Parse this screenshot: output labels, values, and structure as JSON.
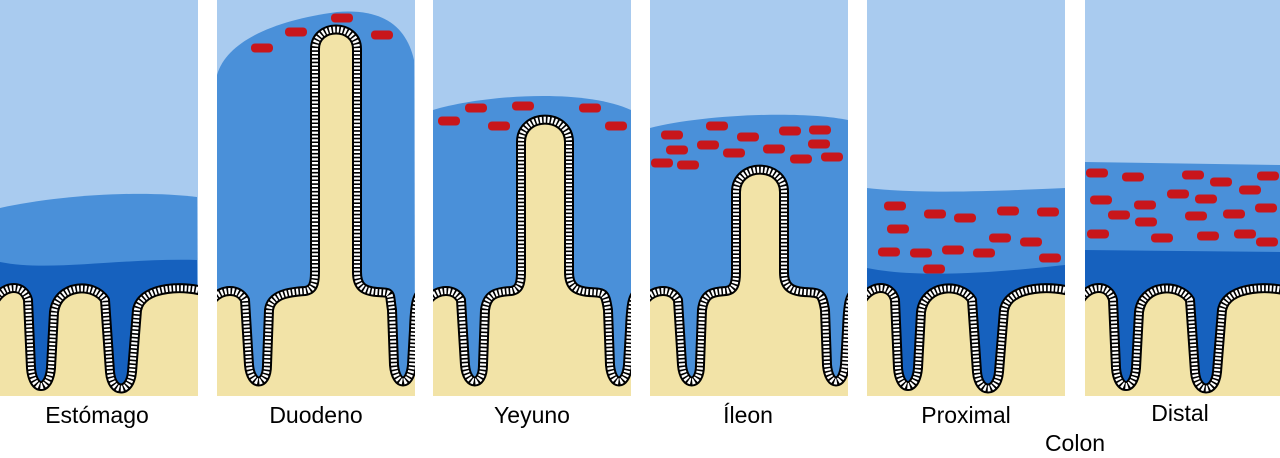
{
  "labels": {
    "stomach": "Estómago",
    "duodenum": "Duodeno",
    "jejunum": "Yeyuno",
    "ileum": "Íleon",
    "proximal": "Proximal",
    "distal": "Distal",
    "colon": "Colon"
  },
  "colors": {
    "lumen": "#a9cbef",
    "outer_mucus": "#4a90d9",
    "inner_mucus": "#1661be",
    "tissue": "#f2e3a7",
    "bacteria": "#c8161b"
  }
}
